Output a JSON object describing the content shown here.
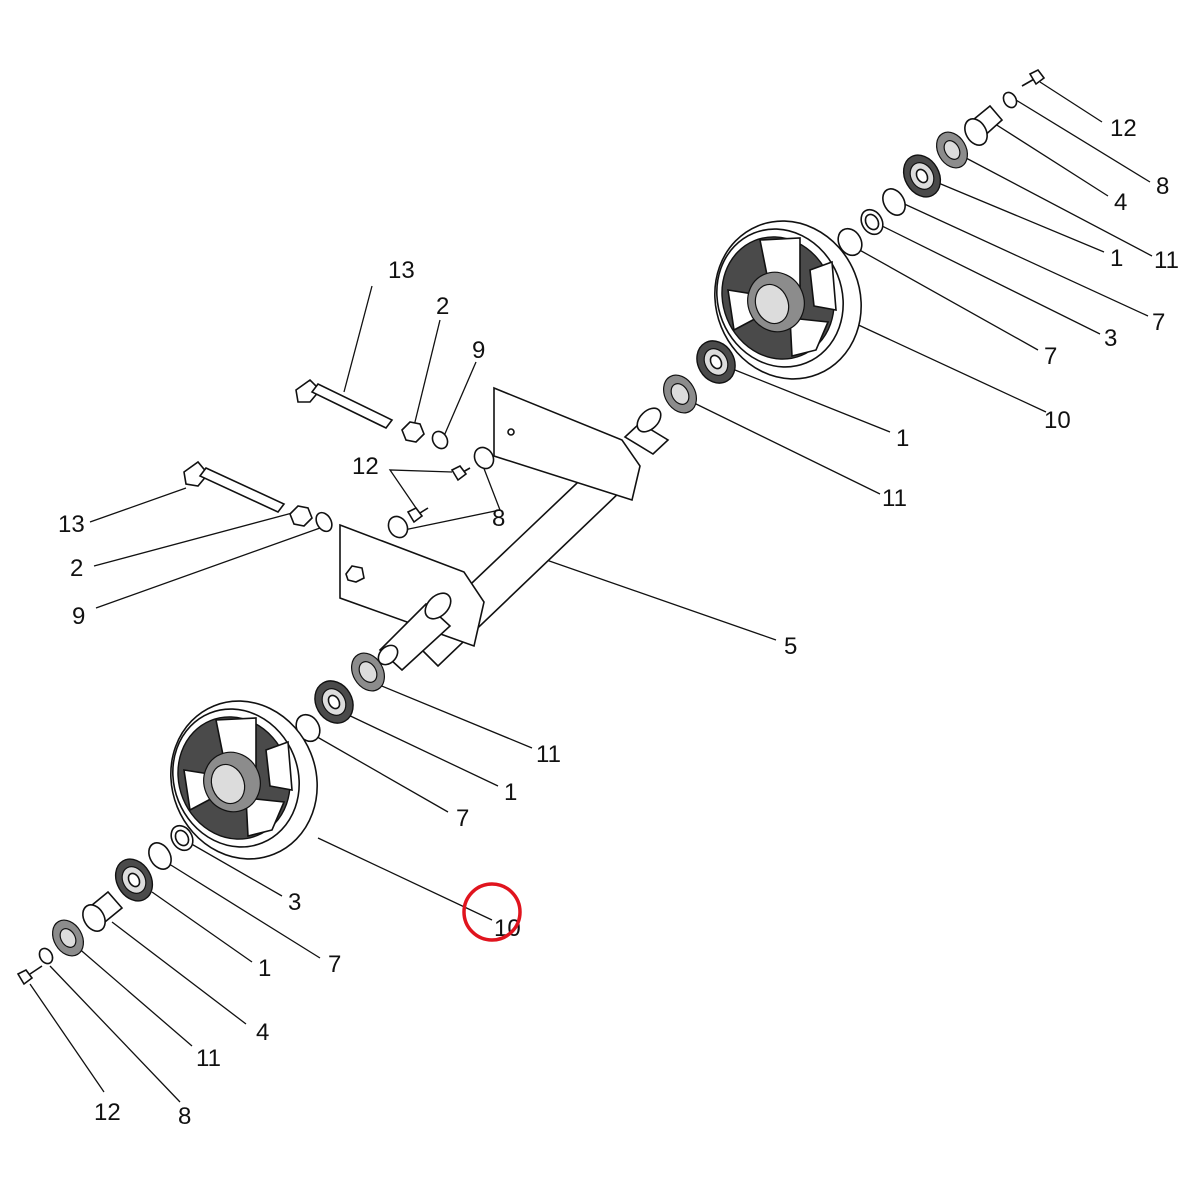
{
  "marker_color": "#e0141e",
  "callouts": [
    {
      "id": "c1",
      "text": "12"
    },
    {
      "id": "c2",
      "text": "8"
    },
    {
      "id": "c3",
      "text": "4"
    },
    {
      "id": "c4",
      "text": "11"
    },
    {
      "id": "c5",
      "text": "1"
    },
    {
      "id": "c6",
      "text": "7"
    },
    {
      "id": "c7",
      "text": "3"
    },
    {
      "id": "c8",
      "text": "7"
    },
    {
      "id": "c9",
      "text": "10"
    },
    {
      "id": "c10",
      "text": "1"
    },
    {
      "id": "c11",
      "text": "11"
    },
    {
      "id": "c12",
      "text": "13"
    },
    {
      "id": "c13",
      "text": "2"
    },
    {
      "id": "c14",
      "text": "9"
    },
    {
      "id": "c15",
      "text": "12"
    },
    {
      "id": "c16",
      "text": "8"
    },
    {
      "id": "c17",
      "text": "13"
    },
    {
      "id": "c18",
      "text": "2"
    },
    {
      "id": "c19",
      "text": "9"
    },
    {
      "id": "c20",
      "text": "5"
    },
    {
      "id": "c21",
      "text": "11"
    },
    {
      "id": "c22",
      "text": "1"
    },
    {
      "id": "c23",
      "text": "7"
    },
    {
      "id": "c24",
      "text": "3"
    },
    {
      "id": "c25",
      "text": "10"
    },
    {
      "id": "c26",
      "text": "7"
    },
    {
      "id": "c27",
      "text": "1"
    },
    {
      "id": "c28",
      "text": "4"
    },
    {
      "id": "c29",
      "text": "11"
    },
    {
      "id": "c30",
      "text": "12"
    },
    {
      "id": "c31",
      "text": "8"
    }
  ]
}
